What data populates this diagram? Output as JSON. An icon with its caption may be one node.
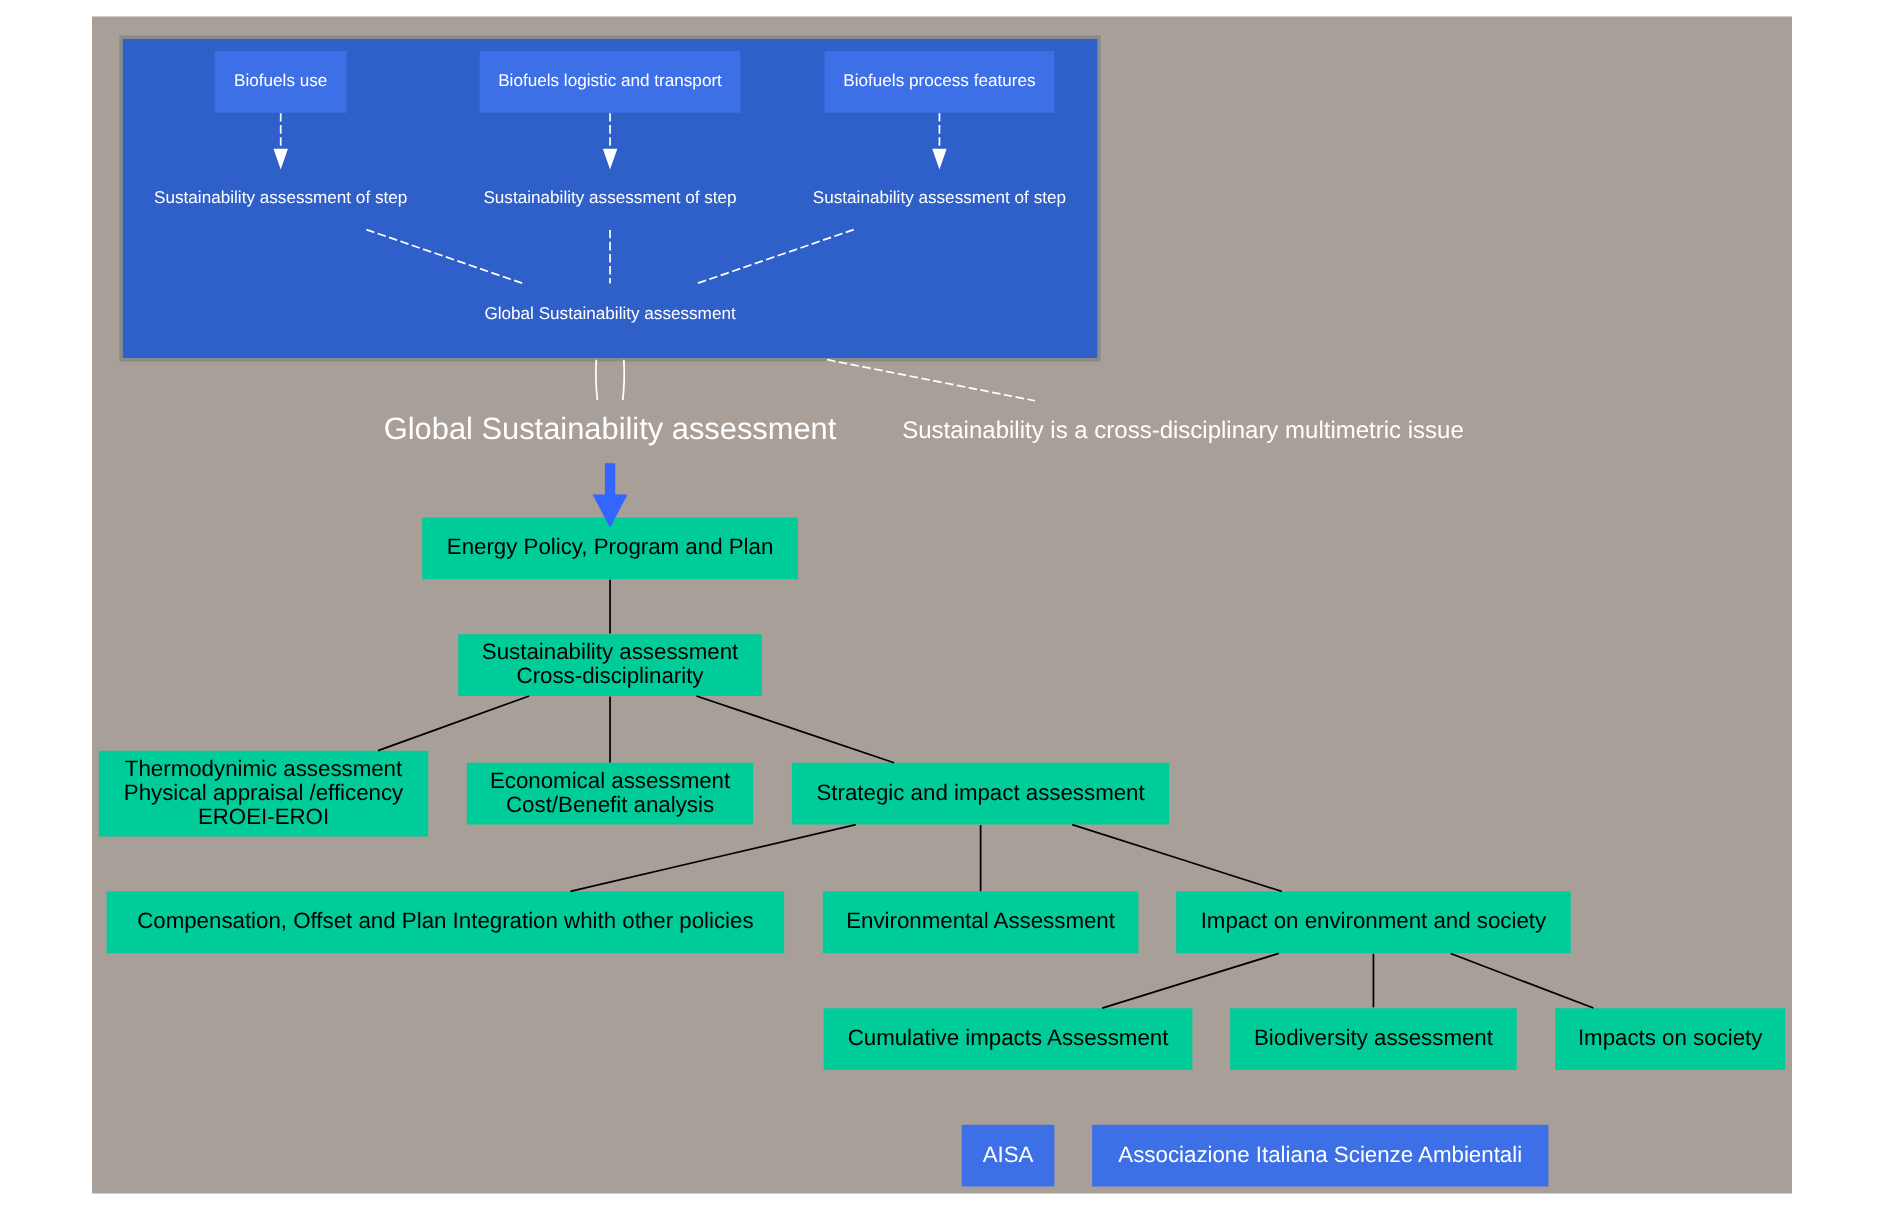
{
  "diagram": {
    "nodes": [
      {
        "text": [],
        "shape": "box"
      },
      {
        "text": [
          "Biofuels process features"
        ],
        "in": 0
      },
      {
        "text": [
          "Biofuels logistic and transport"
        ],
        "in": 0
      },
      {
        "text": [
          "Biofuels use"
        ],
        "in": 0
      },
      {
        "text": [
          "Sustainability assessment of step"
        ],
        "in": 0
      },
      {
        "text": [
          "Sustainability assessment of step"
        ],
        "in": 0
      },
      {
        "text": [
          "Sustainability assessment of step"
        ],
        "in": 0
      },
      {
        "text": [
          "Global Sustainability assessment"
        ],
        "in": 0
      },
      {
        "text": [
          "Global Sustainability assessment"
        ]
      },
      {
        "text": [
          "Sustainability is a cross-disciplinary multimetric issue"
        ]
      },
      {
        "text": [
          "Energy Policy, Program and Plan"
        ]
      },
      {
        "text": [
          "Sustainability assessment",
          "Cross-disciplinarity"
        ]
      },
      {
        "text": [
          "Thermodynimic assessment",
          "Physical appraisal /efficency",
          "EROEI-EROI"
        ]
      },
      {
        "text": [
          "Economical assessment",
          "Cost/Benefit analysis"
        ]
      },
      {
        "text": [
          "Strategic and impact assessment"
        ]
      },
      {
        "text": [
          "Compensation, Offset and Plan Integration whith other policies"
        ]
      },
      {
        "text": [
          "Environmental Assessment"
        ]
      },
      {
        "text": [
          "Impact on environment and society"
        ]
      },
      {
        "text": [
          "Cumulative impacts Assessment"
        ]
      },
      {
        "text": [
          "Biodiversity assessment"
        ]
      },
      {
        "text": [
          "Impacts on society"
        ]
      }
    ],
    "edges": [
      {
        "from": 1,
        "to": 4,
        "arrow": "to",
        "style": "dashed",
        "color": "#ffffff"
      },
      {
        "from": 2,
        "to": 5,
        "arrow": "to",
        "style": "dashed",
        "color": "#ffffff"
      },
      {
        "from": 3,
        "to": 6,
        "arrow": "to",
        "style": "dashed",
        "color": "#ffffff"
      },
      {
        "from": 4,
        "to": 7,
        "arrow": "none",
        "style": "dashed",
        "color": "#ffffff"
      },
      {
        "from": 5,
        "to": 7,
        "arrow": "none",
        "style": "dashed",
        "color": "#ffffff"
      },
      {
        "from": 6,
        "to": 7,
        "arrow": "none",
        "style": "dashed",
        "color": "#ffffff"
      },
      {
        "from": 0,
        "to": 8,
        "arrow": "none",
        "color": "#ffffff"
      },
      {
        "from": 0,
        "to": 8,
        "arrow": "none",
        "color": "#ffffff"
      },
      {
        "from": 0,
        "to": 9,
        "arrow": "none",
        "style": "dashed",
        "color": "#ffffff"
      },
      {
        "from": 8,
        "to": 10,
        "arrow": "to",
        "style": "thick",
        "color": "#3366ff"
      },
      {
        "from": 10,
        "to": 11,
        "arrow": "none"
      },
      {
        "from": 11,
        "to": 12,
        "arrow": "none"
      },
      {
        "from": 11,
        "to": 13,
        "arrow": "none"
      },
      {
        "from": 11,
        "to": 14,
        "arrow": "none"
      },
      {
        "from": 14,
        "to": 15,
        "arrow": "none"
      },
      {
        "from": 14,
        "to": 16,
        "arrow": "none"
      },
      {
        "from": 14,
        "to": 17,
        "arrow": "none"
      },
      {
        "from": 17,
        "to": 18,
        "arrow": "none"
      },
      {
        "from": 17,
        "to": 19,
        "arrow": "none"
      },
      {
        "from": 17,
        "to": 20,
        "arrow": "none"
      }
    ],
    "labels": [
      "AISA",
      "Associazione Italiana Scienze Ambientali"
    ]
  }
}
